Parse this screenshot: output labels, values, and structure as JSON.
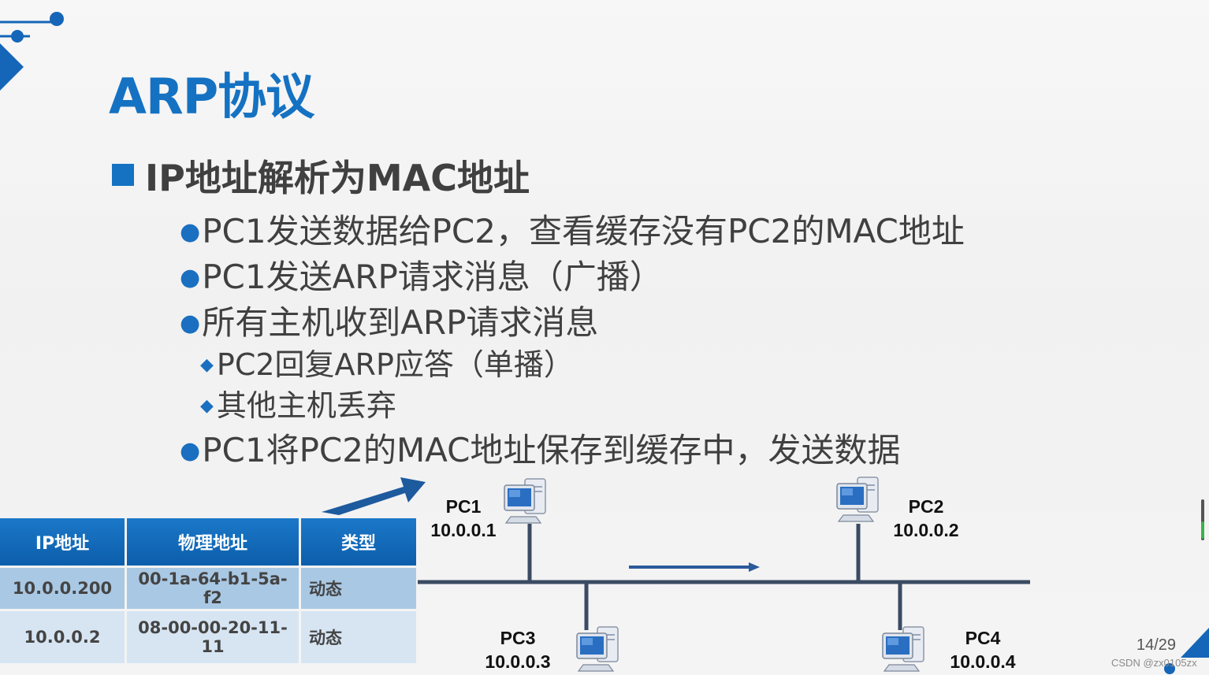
{
  "slide": {
    "title": "ARP协议",
    "heading": "IP地址解析为MAC地址",
    "bullets": {
      "b1": "PC1发送数据给PC2，查看缓存没有PC2的MAC地址",
      "b2": "PC1发送ARP请求消息（广播）",
      "b3": "所有主机收到ARP请求消息",
      "s1": "PC2回复ARP应答（单播）",
      "s2": "其他主机丢弃",
      "b4": "PC1将PC2的MAC地址保存到缓存中，发送数据"
    },
    "page_number": "14/29",
    "watermark": "CSDN @zx0105zx"
  },
  "arp_table": {
    "headers": [
      "IP地址",
      "物理地址",
      "类型"
    ],
    "rows": [
      [
        "10.0.0.200",
        "00-1a-64-b1-5a-f2",
        "动态"
      ],
      [
        "10.0.0.2",
        "08-00-00-20-11-11",
        "动态"
      ]
    ]
  },
  "hosts": {
    "pc1": {
      "name": "PC1",
      "ip": "10.0.0.1"
    },
    "pc2": {
      "name": "PC2",
      "ip": "10.0.0.2"
    },
    "pc3": {
      "name": "PC3",
      "ip": "10.0.0.3"
    },
    "pc4": {
      "name": "PC4",
      "ip": "10.0.0.4"
    }
  },
  "colors": {
    "accent": "#1572c2",
    "text": "#404040",
    "network_line": "#3a4b63",
    "arrow": "#2a5a9a",
    "table_header": "#0c5eab",
    "table_row1": "#a9c8e4",
    "table_row2": "#d7e5f3"
  },
  "icons": [
    "computer-icon",
    "bullet-dot",
    "bullet-diamond",
    "bullet-square",
    "arrow"
  ]
}
